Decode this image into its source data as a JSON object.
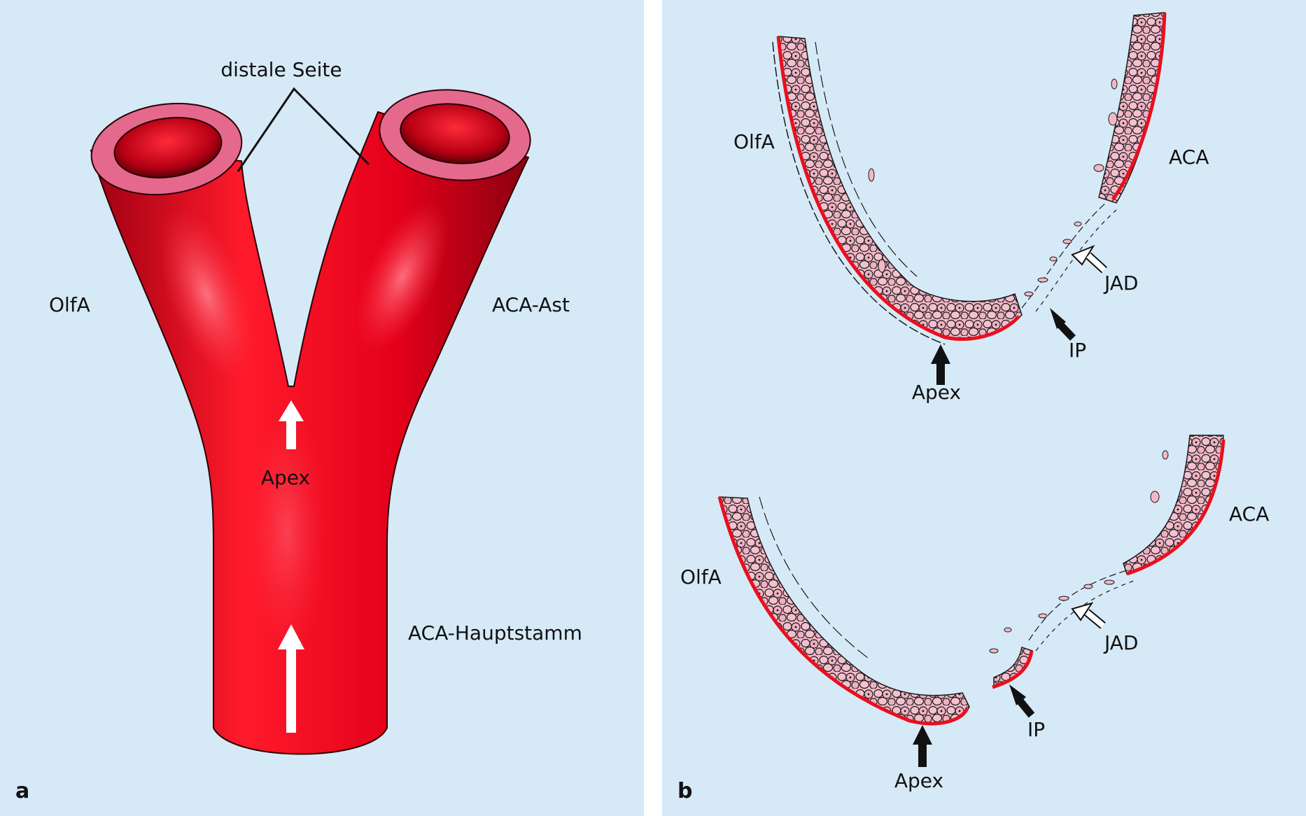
{
  "panel_a": {
    "letter": "a",
    "label_distal": "distale Seite",
    "label_olfa": "OlfA",
    "label_aca_ast": "ACA-Ast",
    "label_apex": "Apex",
    "label_trunk": "ACA-Hauptstamm"
  },
  "panel_b": {
    "letter": "b",
    "top": {
      "olfa": "OlfA",
      "aca": "ACA",
      "jad": "JAD",
      "ip": "IP",
      "apex": "Apex"
    },
    "bottom": {
      "olfa": "OlfA",
      "aca": "ACA",
      "jad": "JAD",
      "ip": "IP",
      "apex": "Apex"
    }
  },
  "colors": {
    "background": "#d6e9f7",
    "vessel": "#e0001a",
    "vessel_dark": "#8a0010",
    "ring": "#e5698c",
    "wall_red": "#e8101e",
    "cell_pink": "#f2b8c8"
  }
}
